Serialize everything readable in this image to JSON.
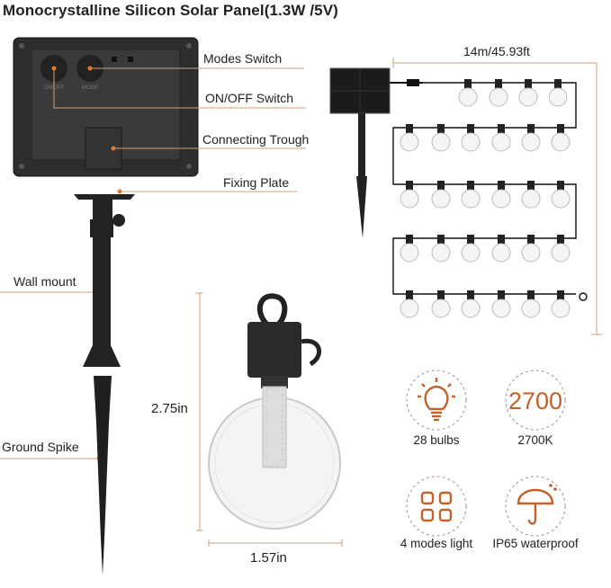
{
  "title": "Monocrystalline Silicon Solar Panel(1.3W /5V)",
  "panel": {
    "button_on_off": "ON/OFF",
    "button_mode": "MODE"
  },
  "callouts": {
    "modes_switch": "Modes Switch",
    "on_off_switch": "ON/OFF Switch",
    "connecting_trough": "Connecting Trough",
    "fixing_plate": "Fixing Plate",
    "wall_mount": "Wall mount",
    "ground_spike": "Ground Spike"
  },
  "string": {
    "length": "14m/45.93ft",
    "bulb_rows": [
      4,
      6,
      6,
      6,
      6
    ]
  },
  "dimensions": {
    "height": "2.75in",
    "width": "1.57in"
  },
  "features": [
    {
      "icon": "lightbulb-icon",
      "label": "28 bulbs"
    },
    {
      "icon": "color-temperature-icon",
      "value": "2700",
      "label": "2700K"
    },
    {
      "icon": "grid-modes-icon",
      "label": "4 modes light"
    },
    {
      "icon": "umbrella-icon",
      "label": "IP65 waterproof"
    }
  ],
  "colors": {
    "accent": "#c0622a",
    "callout_line": "#c9a27c",
    "device": "#2a2a2a"
  }
}
